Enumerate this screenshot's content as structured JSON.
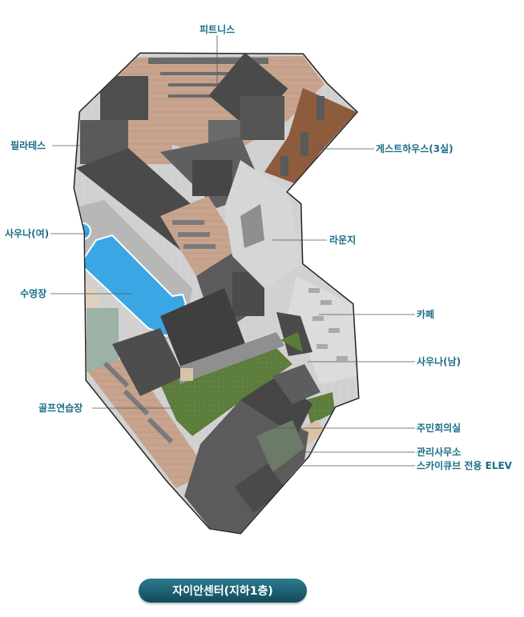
{
  "labels": {
    "fitness": "피트니스",
    "pilates": "필라테스",
    "guesthouse": "게스트하우스(3실)",
    "sauna_women": "사우나(여)",
    "lounge": "라운지",
    "pool": "수영장",
    "cafe": "카페",
    "sauna_men": "사우나(남)",
    "golf": "골프연습장",
    "residents_meeting": "주민회의실",
    "management_office": "관리사무소",
    "skycube_elev": "스카이큐브 전용 ELEV"
  },
  "title": "자이안센터(지하1층)",
  "colors": {
    "label_text": "#1a6e86",
    "leader_line": "#555555",
    "title_bg": "#1f6577",
    "outer_wall": "#2f2f2f",
    "dark_room": "#555555",
    "mid_room": "#7b7b7b",
    "light_floor": "#cfcfcf",
    "wood_floor": "#c8a48e",
    "dark_wood": "#8a5a3a",
    "pool_water": "#3aa6e3",
    "green": "#5b7b3a",
    "golf_room": "#e7dccb"
  }
}
